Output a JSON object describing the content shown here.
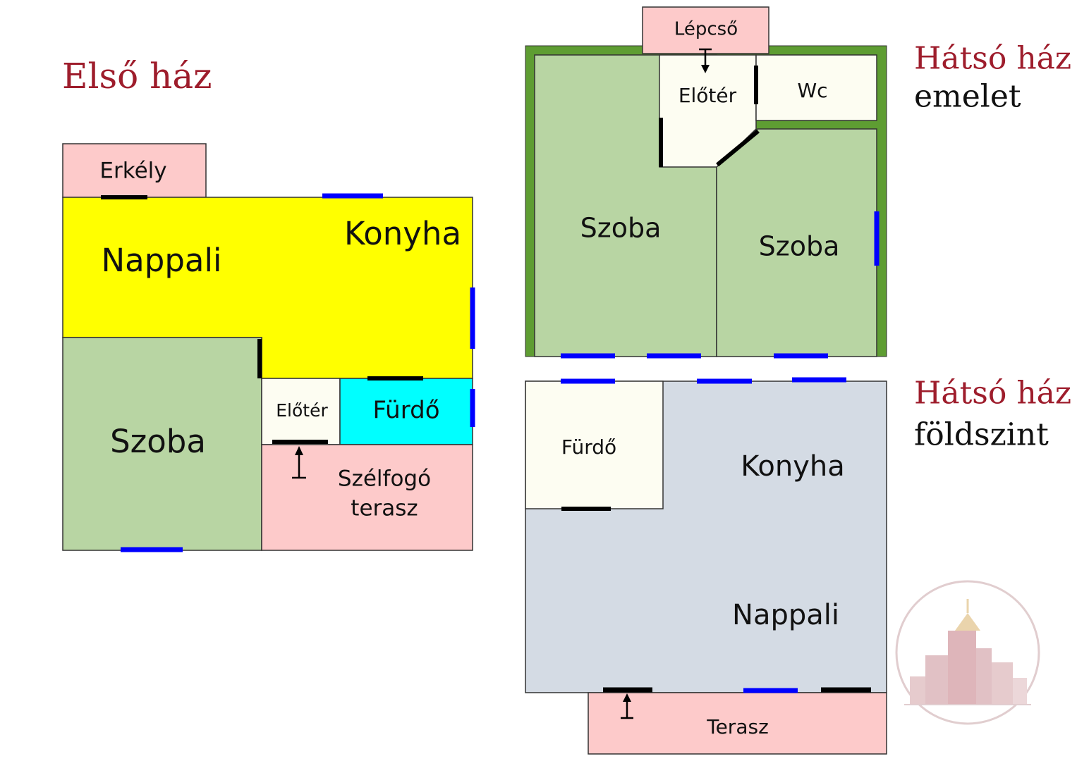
{
  "headings": {
    "front_house": "Első ház",
    "back_house_upper_title": "Hátsó ház",
    "back_house_upper_sub": "emelet",
    "back_house_ground_title": "Hátsó ház",
    "back_house_ground_sub": "földszint"
  },
  "front_house": {
    "erkely": "Erkély",
    "nappali": "Nappali",
    "konyha": "Konyha",
    "szoba": "Szoba",
    "eloter": "Előtér",
    "furdo": "Fürdő",
    "szelfogo_line1": "Szélfogó",
    "szelfogo_line2": "terasz"
  },
  "back_upper": {
    "lepcso": "Lépcső",
    "eloter": "Előtér",
    "wc": "Wc",
    "szoba_left": "Szoba",
    "szoba_right": "Szoba"
  },
  "back_ground": {
    "furdo": "Fürdő",
    "konyha": "Konyha",
    "nappali": "Nappali",
    "terasz": "Terasz"
  },
  "colors": {
    "living_kitchen": "#ffff00",
    "room_green": "#b8d5a3",
    "bathroom_cyan": "#00ffff",
    "entry_cream": "#fdfdf2",
    "terrace_pink": "#fdcaca",
    "ground_floor_gray": "#d4dbe4",
    "upper_outer_wall": "#5e9d32",
    "window_blue": "#0000ff",
    "door_black": "#000000",
    "heading_red": "#9e1d2c"
  },
  "logo": {
    "name": "building-logo"
  }
}
